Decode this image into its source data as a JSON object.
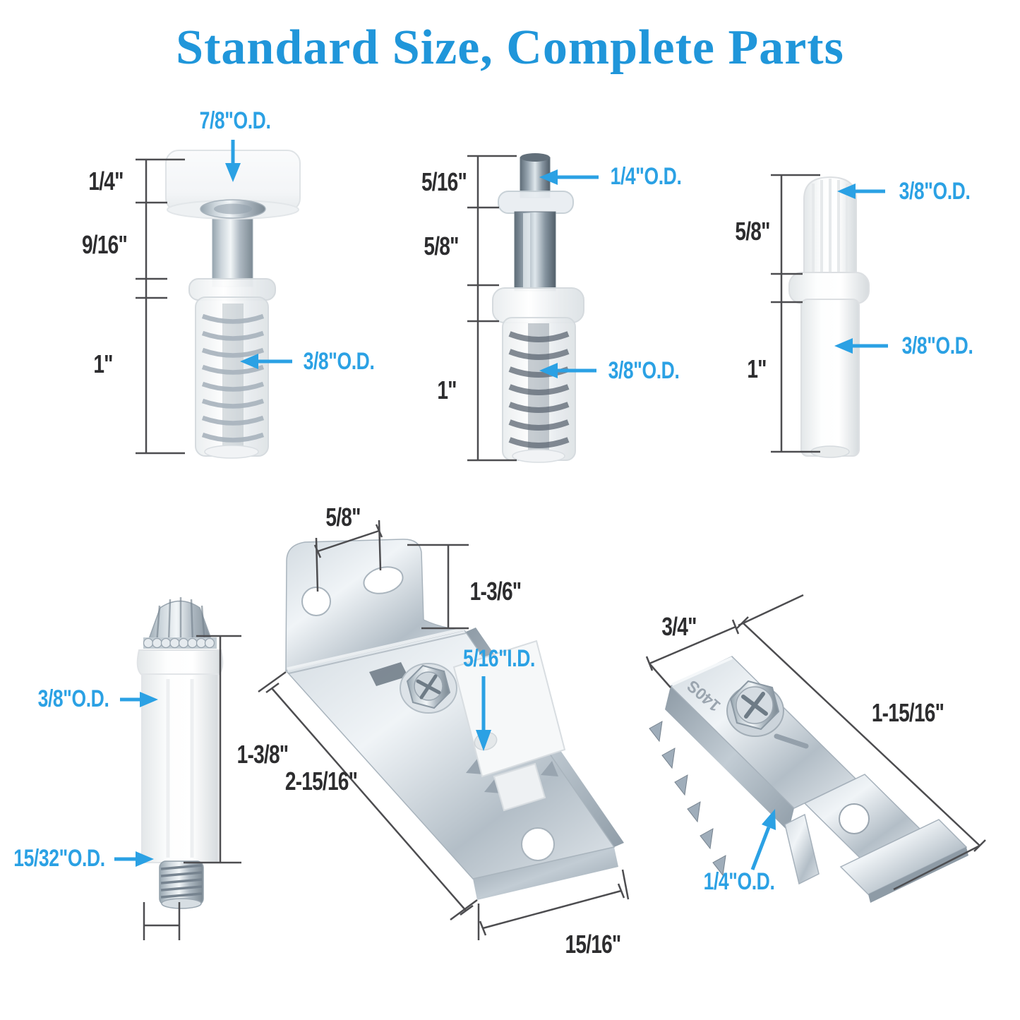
{
  "title": "Standard Size, Complete Parts",
  "colors": {
    "title_blue": "#2096DA",
    "label_blue": "#2BA1E4",
    "dim_text": "#2d2d2f",
    "dim_line": "#4d4d50"
  },
  "parts": {
    "pin1": {
      "top_od": "7/8\"O.D.",
      "body_od": "3/8\"O.D.",
      "dim_top": "1/4\"",
      "dim_mid": "9/16\"",
      "dim_bottom": "1\""
    },
    "pin2": {
      "top_od": "1/4\"O.D.",
      "body_od": "3/8\"O.D.",
      "dim_top": "5/16\"",
      "dim_mid": "5/8\"",
      "dim_bottom": "1\""
    },
    "pin3": {
      "top_od": "3/8\"O.D.",
      "body_od": "3/8\"O.D.",
      "dim_top": "5/8\"",
      "dim_bottom": "1\""
    },
    "pin4": {
      "body_od": "3/8\"O.D.",
      "thread_od": "15/32\"O.D.",
      "height": "1-3/8\""
    },
    "bracket1": {
      "hole_spacing": "5/8\"",
      "leg_height": "1-3/6\"",
      "slide_id": "5/16\"I.D.",
      "length": "2-15/16\"",
      "width": "15/16\""
    },
    "bracket2": {
      "width": "3/4\"",
      "length": "1-15/16\"",
      "hole_od": "1/4\"O.D.",
      "stamp": "140S"
    }
  }
}
